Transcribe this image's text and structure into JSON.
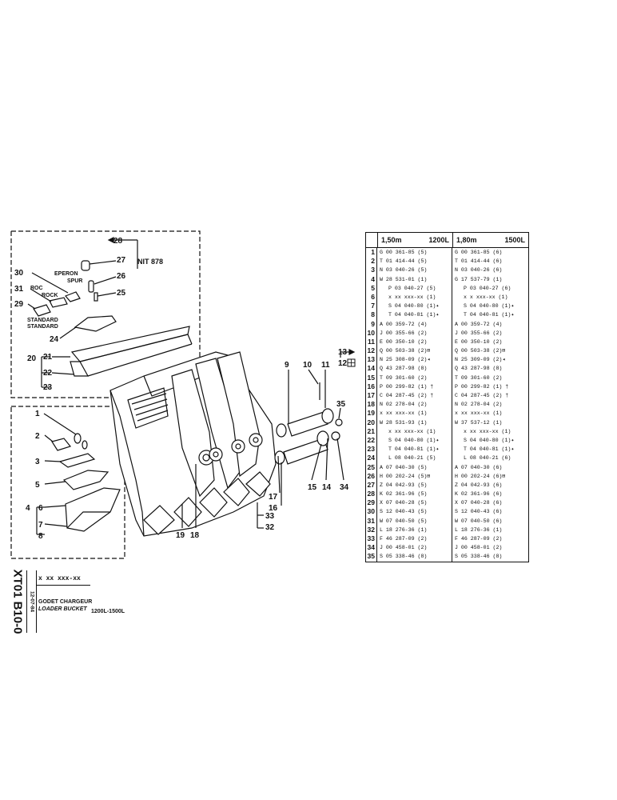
{
  "callouts": {
    "c1": "1",
    "c2": "2",
    "c3": "3",
    "c4": "4",
    "c5": "5",
    "c6": "6",
    "c7": "7",
    "c8": "8",
    "c9": "9",
    "c10": "10",
    "c11": "11",
    "c12": "12",
    "c13": "13",
    "c14": "14",
    "c15": "15",
    "c16": "16",
    "c17": "17",
    "c18": "18",
    "c19": "19",
    "c20": "20",
    "c21": "21",
    "c22": "22",
    "c23": "23",
    "c24": "24",
    "c25": "25",
    "c26": "26",
    "c27": "27",
    "c28": "28",
    "c29": "29",
    "c30": "30",
    "c31": "31",
    "c32": "32",
    "c33": "33",
    "c34": "34",
    "c35": "35",
    "nit": "NIT 878",
    "eperon": "EPERON",
    "spur": "SPUR",
    "roc": "ROC",
    "rock": "ROCK",
    "standard_fr": "STANDARD",
    "standard_en": "STANDARD"
  },
  "table": {
    "header": {
      "size_a": "1,50m",
      "cap_a": "1200L",
      "size_b": "1,80m",
      "cap_b": "1500L"
    },
    "rows": [
      {
        "n": "1",
        "a": "G 00 361-85 (5)",
        "b": "G 00 361-85 (6)"
      },
      {
        "n": "2",
        "a": "T 01 414-44 (5)",
        "b": "T 01 414-44 (6)"
      },
      {
        "n": "3",
        "a": "N 03 040-26 (5)",
        "b": "N 03 040-26 (6)"
      },
      {
        "n": "4",
        "a": "W 28 531-01 (1)",
        "b": "G 17 537-79 (1)"
      },
      {
        "n": "5",
        "a": "P 03 040-27 (5)",
        "b": "P 03 040-27 (6)",
        "ind": true
      },
      {
        "n": "6",
        "a": "x xx xxx-xx (1)",
        "b": "x x xxx-xx (1)",
        "ind": true
      },
      {
        "n": "7",
        "a": "S 04 040-80 (1)✦",
        "b": "S 04 040-80 (1)✦",
        "ind": true
      },
      {
        "n": "8",
        "a": "T 04 040-81 (1)✦",
        "b": "T 04 040-81 (1)✦",
        "ind": true
      },
      {
        "n": "9",
        "a": "A 00 359-72 (4)",
        "b": "A 00 359-72 (4)"
      },
      {
        "n": "10",
        "a": "J 00 355-66 (2)",
        "b": "J 00 355-66 (2)"
      },
      {
        "n": "11",
        "a": "E 00 350-10 (2)",
        "b": "E 00 350-10 (2)"
      },
      {
        "n": "12",
        "a": "Q 00 503-38 (2)⊞",
        "b": "Q 00 503-38 (2)⊞"
      },
      {
        "n": "13",
        "a": "N 25 308-09 (2)◂",
        "b": "N 25 309-09 (2)◂"
      },
      {
        "n": "14",
        "a": "Q 43 287-98 (8)",
        "b": "Q 43 287-98 (8)"
      },
      {
        "n": "15",
        "a": "T 09 301-60 (2)",
        "b": "T 09 301-60 (2)"
      },
      {
        "n": "16",
        "a": "P 00 299-82 (1) †",
        "b": "P 00 299-82 (1) †"
      },
      {
        "n": "17",
        "a": "C 04 287-45 (2) †",
        "b": "C 04 287-45 (2) †"
      },
      {
        "n": "18",
        "a": "N 02 278-04 (2)",
        "b": "N 02 278-04 (2)"
      },
      {
        "n": "19",
        "a": "x xx xxx-xx (1)",
        "b": "x xx xxx-xx (1)"
      },
      {
        "n": "20",
        "a": "W 28 531-93 (1)",
        "b": "W 37 537-12 (1)"
      },
      {
        "n": "21",
        "a": "x xx xxx-xx (1)",
        "b": "x xx xxx-xx (1)",
        "ind": true
      },
      {
        "n": "22",
        "a": "S 04 040-80 (1)✦",
        "b": "S 04 040-80 (1)✦",
        "ind": true
      },
      {
        "n": "23",
        "a": "T 04 040-81 (1)✦",
        "b": "T 04 040-81 (1)✦",
        "ind": true
      },
      {
        "n": "24",
        "a": "L 08 040-21 (5)",
        "b": "L 08 040-21 (6)",
        "ind": true
      },
      {
        "n": "25",
        "a": "A 07 040-30 (5)",
        "b": "A 07 040-30 (6)"
      },
      {
        "n": "26",
        "a": "H 00 202-24 (5)⊞",
        "b": "H 00 202-24 (6)⊞"
      },
      {
        "n": "27",
        "a": "Z 04 042-93 (5)",
        "b": "Z 04 042-93 (6)"
      },
      {
        "n": "28",
        "a": "K 02 361-96 (5)",
        "b": "K 02 361-96 (6)"
      },
      {
        "n": "29",
        "a": "X 07 040-28 (5)",
        "b": "X 07 040-28 (6)"
      },
      {
        "n": "30",
        "a": "S 12 040-43 (5)",
        "b": "S 12 040-43 (6)"
      },
      {
        "n": "31",
        "a": "W 07 040-50 (5)",
        "b": "W 07 040-50 (6)"
      },
      {
        "n": "32",
        "a": "L 18 276-36 (1)",
        "b": "L 18 276-36 (1)"
      },
      {
        "n": "33",
        "a": "F 46 287-09 (2)",
        "b": "F 46 287-09 (2)"
      },
      {
        "n": "34",
        "a": "J 00 458-01 (2)",
        "b": "J 00 458-01 (2)"
      },
      {
        "n": "35",
        "a": "S 05 338-46 (8)",
        "b": "S 05 338-46 (8)"
      }
    ]
  },
  "title_block": {
    "code": "XT01 B10-0",
    "date": "12-07-84",
    "ref": "x xx xxx-xx",
    "title_fr": "GODET CHARGEUR",
    "title_en": "LOADER BUCKET",
    "model": "1200L-1500L"
  }
}
